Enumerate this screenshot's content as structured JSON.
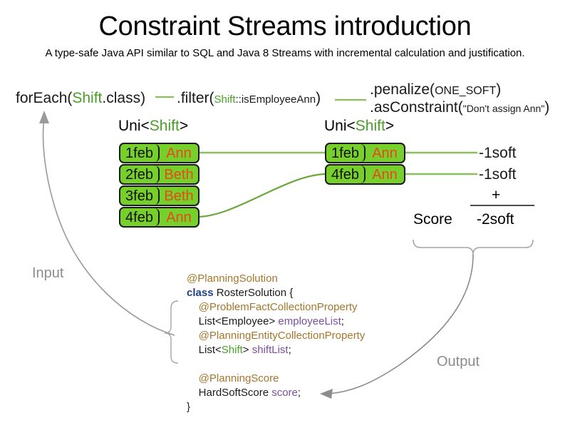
{
  "header": {
    "title": "Constraint Streams introduction",
    "subtitle": "A type-safe Java API similar to SQL and Java 8 Streams with incremental calculation and justification."
  },
  "expression": {
    "foreach": {
      "call": "forEach(",
      "type": "Shift",
      "tail": ".class)"
    },
    "filter": {
      "call": ".filter(",
      "type": "Shift",
      "method": "::isEmployeeAnn",
      "tail": ")"
    },
    "penalize": {
      "call": ".penalize(",
      "arg": "ONE_SOFT",
      "tail": ")"
    },
    "as_constraint": {
      "call": ".asConstraint(",
      "arg": "\"Don't assign Ann\"",
      "tail": ")"
    }
  },
  "streams": {
    "left_label": {
      "prefix": "Uni<",
      "type": "Shift",
      "suffix": ">"
    },
    "right_label": {
      "prefix": "Uni<",
      "type": "Shift",
      "suffix": ">"
    },
    "left_rows": [
      {
        "date": "1feb",
        "employee": "Ann"
      },
      {
        "date": "2feb",
        "employee": "Beth"
      },
      {
        "date": "3feb",
        "employee": "Beth"
      },
      {
        "date": "4feb",
        "employee": "Ann"
      }
    ],
    "right_rows": [
      {
        "date": "1feb",
        "employee": "Ann"
      },
      {
        "date": "4feb",
        "employee": "Ann"
      }
    ]
  },
  "score": {
    "penalties": [
      "-1soft",
      "-1soft"
    ],
    "operator": "+",
    "label": "Score",
    "total": "-2soft"
  },
  "flow": {
    "input_label": "Input",
    "output_label": "Output"
  },
  "code": {
    "lines": [
      {
        "indent": 0,
        "parts": [
          {
            "t": "@PlanningSolution",
            "c": "ann"
          }
        ]
      },
      {
        "indent": 0,
        "parts": [
          {
            "t": "class",
            "c": "kw"
          },
          {
            "t": " RosterSolution {",
            "c": "pln"
          }
        ]
      },
      {
        "indent": 1,
        "parts": [
          {
            "t": "@ProblemFactCollectionProperty",
            "c": "ann"
          }
        ]
      },
      {
        "indent": 1,
        "parts": [
          {
            "t": "List<Employee> ",
            "c": "pln"
          },
          {
            "t": "employeeList",
            "c": "fld"
          },
          {
            "t": ";",
            "c": "pln"
          }
        ]
      },
      {
        "indent": 1,
        "parts": [
          {
            "t": "@PlanningEntityCollectionProperty",
            "c": "ann"
          }
        ]
      },
      {
        "indent": 1,
        "parts": [
          {
            "t": "List<",
            "c": "pln"
          },
          {
            "t": "Shift",
            "c": "grn"
          },
          {
            "t": "> ",
            "c": "pln"
          },
          {
            "t": "shiftList",
            "c": "fld"
          },
          {
            "t": ";",
            "c": "pln"
          }
        ]
      },
      {
        "indent": 0,
        "parts": [
          {
            "t": " ",
            "c": "pln"
          }
        ]
      },
      {
        "indent": 1,
        "parts": [
          {
            "t": "@PlanningScore",
            "c": "ann"
          }
        ]
      },
      {
        "indent": 1,
        "parts": [
          {
            "t": "HardSoftScore ",
            "c": "pln"
          },
          {
            "t": "score",
            "c": "fld"
          },
          {
            "t": ";",
            "c": "pln"
          }
        ]
      },
      {
        "indent": 0,
        "parts": [
          {
            "t": "}",
            "c": "pln"
          }
        ]
      }
    ]
  },
  "colors": {
    "box_fill": "#76cf2b",
    "box_border": "#1a1a1a",
    "employee_text": "#e8491b",
    "type_green": "#4a9e28",
    "connector_green": "#8cbf5a",
    "arrow_gray": "#8c8c8c",
    "annotation": "#a6762a",
    "keyword": "#22418c",
    "field": "#7a4fa3"
  }
}
